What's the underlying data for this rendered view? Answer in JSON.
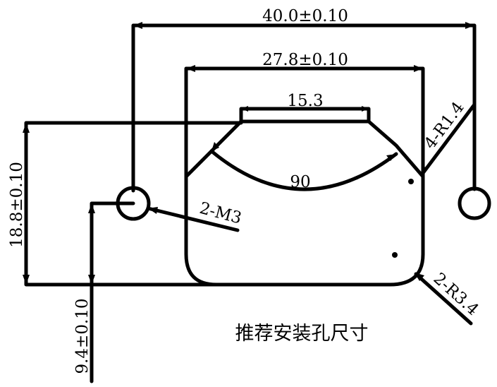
{
  "drawing": {
    "dimensions": {
      "overall_width": "40.0±0.10",
      "inner_width": "27.8±0.10",
      "top_width": "15.3",
      "angle": "90",
      "height": "18.8±0.10",
      "offset": "9.4±0.10"
    },
    "callouts": {
      "screw_holes": "2-M3",
      "corner_radius_top": "4-R1.4",
      "corner_radius_bottom": "2-R3.4"
    },
    "caption": "推荐安装孔尺寸",
    "colors": {
      "line": "#000000",
      "background": "#ffffff"
    }
  }
}
